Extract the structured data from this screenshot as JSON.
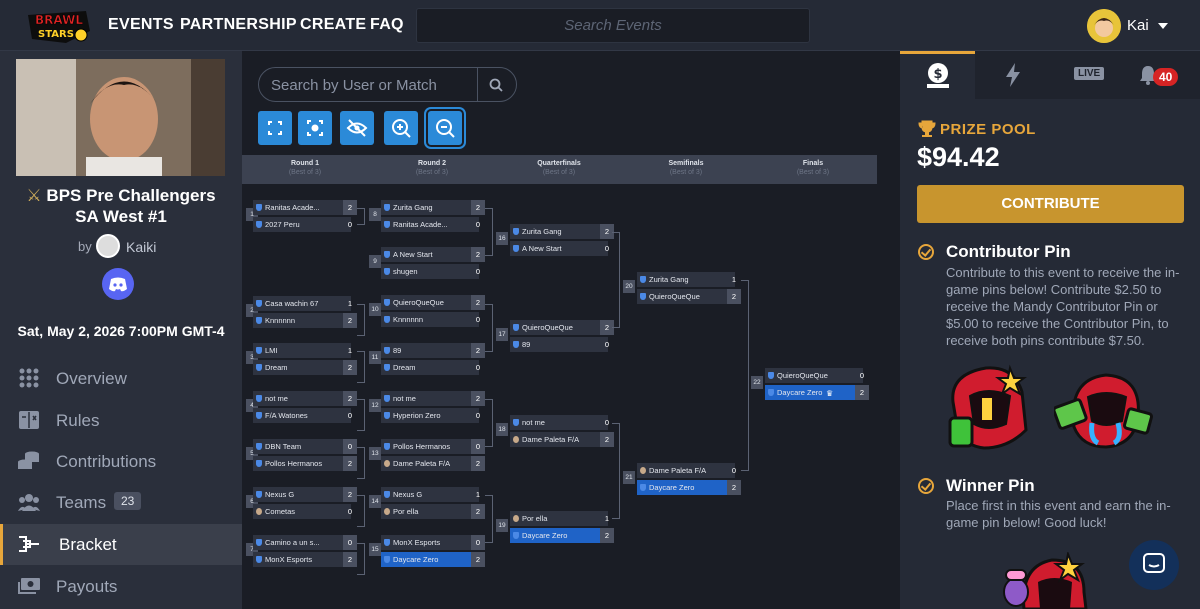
{
  "header": {
    "brand": "BRAWL STARS",
    "nav": [
      "EVENTS",
      "PARTNERSHIP",
      "CREATE",
      "FAQ"
    ],
    "search_placeholder": "Search Events",
    "user": "Kai"
  },
  "sidebar": {
    "title_line1": "BPS Pre Challengers",
    "title_line2": "SA West #1",
    "by": "by",
    "organizer": "Kaiki",
    "date": "Sat, May 2, 2026 7:00PM GMT-4",
    "menu": [
      {
        "label": "Overview",
        "icon": "grid-icon"
      },
      {
        "label": "Rules",
        "icon": "rules-icon"
      },
      {
        "label": "Contributions",
        "icon": "coins-icon"
      },
      {
        "label": "Teams",
        "icon": "people-icon",
        "badge": "23"
      },
      {
        "label": "Bracket",
        "icon": "bracket-icon",
        "active": true
      },
      {
        "label": "Payouts",
        "icon": "payouts-icon"
      }
    ]
  },
  "bracket": {
    "search_placeholder": "Search by User or Match",
    "rounds": [
      {
        "name": "Round 1",
        "sub": "(Best of 3)"
      },
      {
        "name": "Round 2",
        "sub": "(Best of 3)"
      },
      {
        "name": "Quarterfinals",
        "sub": "(Best of 3)"
      },
      {
        "name": "Semifinals",
        "sub": "(Best of 3)"
      },
      {
        "name": "Finals",
        "sub": "(Best of 3)"
      }
    ],
    "matches": [
      {
        "id": "1",
        "t1": "Ranitas Acade...",
        "s1": "2",
        "t2": "2027 Peru",
        "s2": "0"
      },
      {
        "id": "2",
        "t1": "Casa wachin 67",
        "s1": "1",
        "t2": "Knnnnnn",
        "s2": "2"
      },
      {
        "id": "3",
        "t1": "LMI",
        "s1": "1",
        "t2": "Dream",
        "s2": "2"
      },
      {
        "id": "4",
        "t1": "not me",
        "s1": "2",
        "t2": "F/A Watones",
        "s2": "0"
      },
      {
        "id": "5",
        "t1": "DBN Team",
        "s1": "0",
        "t2": "Pollos Hermanos",
        "s2": "2"
      },
      {
        "id": "6",
        "t1": "Nexus G",
        "s1": "2",
        "t2": "Cometas",
        "s2": "0"
      },
      {
        "id": "7",
        "t1": "Camino a un s...",
        "s1": "0",
        "t2": "MonX Esports",
        "s2": "2"
      },
      {
        "id": "8",
        "t1": "Zurita Gang",
        "s1": "2",
        "t2": "Ranitas Acade...",
        "s2": "0"
      },
      {
        "id": "9",
        "t1": "A New Start",
        "s1": "2",
        "t2": "shugen",
        "s2": "0"
      },
      {
        "id": "10",
        "t1": "QuieroQueQue",
        "s1": "2",
        "t2": "Knnnnnn",
        "s2": "0"
      },
      {
        "id": "11",
        "t1": "89",
        "s1": "2",
        "t2": "Dream",
        "s2": "0"
      },
      {
        "id": "12",
        "t1": "not me",
        "s1": "2",
        "t2": "Hyperion Zero",
        "s2": "0"
      },
      {
        "id": "13",
        "t1": "Pollos Hermanos",
        "s1": "0",
        "t2": "Dame Paleta F/A",
        "s2": "2"
      },
      {
        "id": "14",
        "t1": "Nexus G",
        "s1": "1",
        "t2": "Por ella",
        "s2": "2"
      },
      {
        "id": "15",
        "t1": "MonX Esports",
        "s1": "0",
        "t2": "Daycare Zero",
        "s2": "2"
      },
      {
        "id": "16",
        "t1": "Zurita Gang",
        "s1": "2",
        "t2": "A New Start",
        "s2": "0"
      },
      {
        "id": "17",
        "t1": "QuieroQueQue",
        "s1": "2",
        "t2": "89",
        "s2": "0"
      },
      {
        "id": "18",
        "t1": "not me",
        "s1": "0",
        "t2": "Dame Paleta F/A",
        "s2": "2"
      },
      {
        "id": "19",
        "t1": "Por ella",
        "s1": "1",
        "t2": "Daycare Zero",
        "s2": "2"
      },
      {
        "id": "20",
        "t1": "Zurita Gang",
        "s1": "1",
        "t2": "QuieroQueQue",
        "s2": "2"
      },
      {
        "id": "21",
        "t1": "Dame Paleta F/A",
        "s1": "0",
        "t2": "Daycare Zero",
        "s2": "2"
      },
      {
        "id": "22",
        "t1": "QuieroQueQue",
        "s1": "0",
        "t2": "Daycare Zero",
        "s2": "2"
      }
    ]
  },
  "right_panel": {
    "tab_live": "LIVE",
    "notifications": "40",
    "prize_label": "PRIZE POOL",
    "prize_value": "$94.42",
    "contribute": "CONTRIBUTE",
    "pin_title": "Contributor Pin",
    "pin_body": "Contribute to this event to receive the in-game pins below! Contribute $2.50 to receive the Mandy Contributor Pin or $5.00 to receive the Contributor Pin, to receive both pins contribute $7.50.",
    "winner_title": "Winner Pin",
    "winner_body": "Place first in this event and earn the in-game pin below! Good luck!"
  },
  "colors": {
    "accent": "#e7a63b",
    "highlight": "#1f63c7",
    "button": "#2b8ad8"
  }
}
